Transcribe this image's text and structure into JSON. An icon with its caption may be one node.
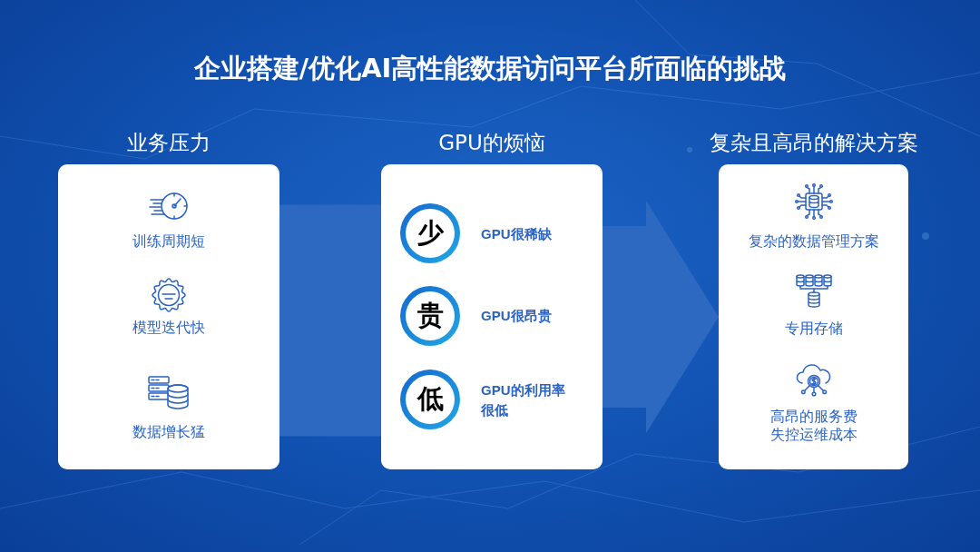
{
  "diagram": {
    "title": "企业搭建/优化AI高性能数据访问平台所面临的挑战",
    "nodes": [
      {
        "text": [
          "业务压力",
          "训练周期短",
          "模型迭代快",
          "数据增长猛"
        ]
      },
      {
        "text": [
          "GPU的烦恼"
        ]
      },
      {
        "text": [
          "少"
        ],
        "in": 1,
        "beside": [
          "GPU很稀缺"
        ]
      },
      {
        "text": [
          "贵"
        ],
        "in": 1,
        "beside": [
          "GPU很昂贵"
        ]
      },
      {
        "text": [
          "低"
        ],
        "in": 1,
        "beside": [
          "GPU的利用率很低"
        ]
      },
      {
        "text": [
          "复杂且高昂的解决方案",
          "复杂的数据管理方案",
          "专用存储",
          "高昂的服务费",
          "失控运维成本"
        ]
      }
    ],
    "edges": [
      {
        "from": 0,
        "to": 1,
        "arrow": "none"
      },
      {
        "from": 1,
        "to": 5,
        "arrow": "to"
      }
    ]
  }
}
